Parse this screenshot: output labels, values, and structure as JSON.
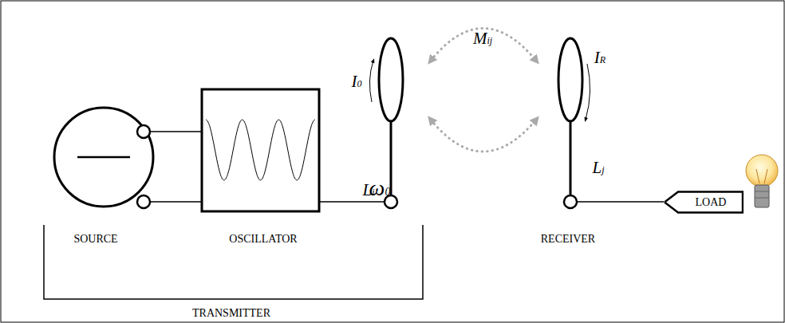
{
  "diagram": {
    "nodes": [
      {
        "text": [
          "LOAD"
        ]
      }
    ],
    "labels": [
      "SOURCE",
      "OSCILLATOR",
      "ω0",
      "TRANSMITTER",
      "I0",
      "Li",
      "Mij",
      "IR",
      "Lj",
      "RECEIVER"
    ]
  }
}
